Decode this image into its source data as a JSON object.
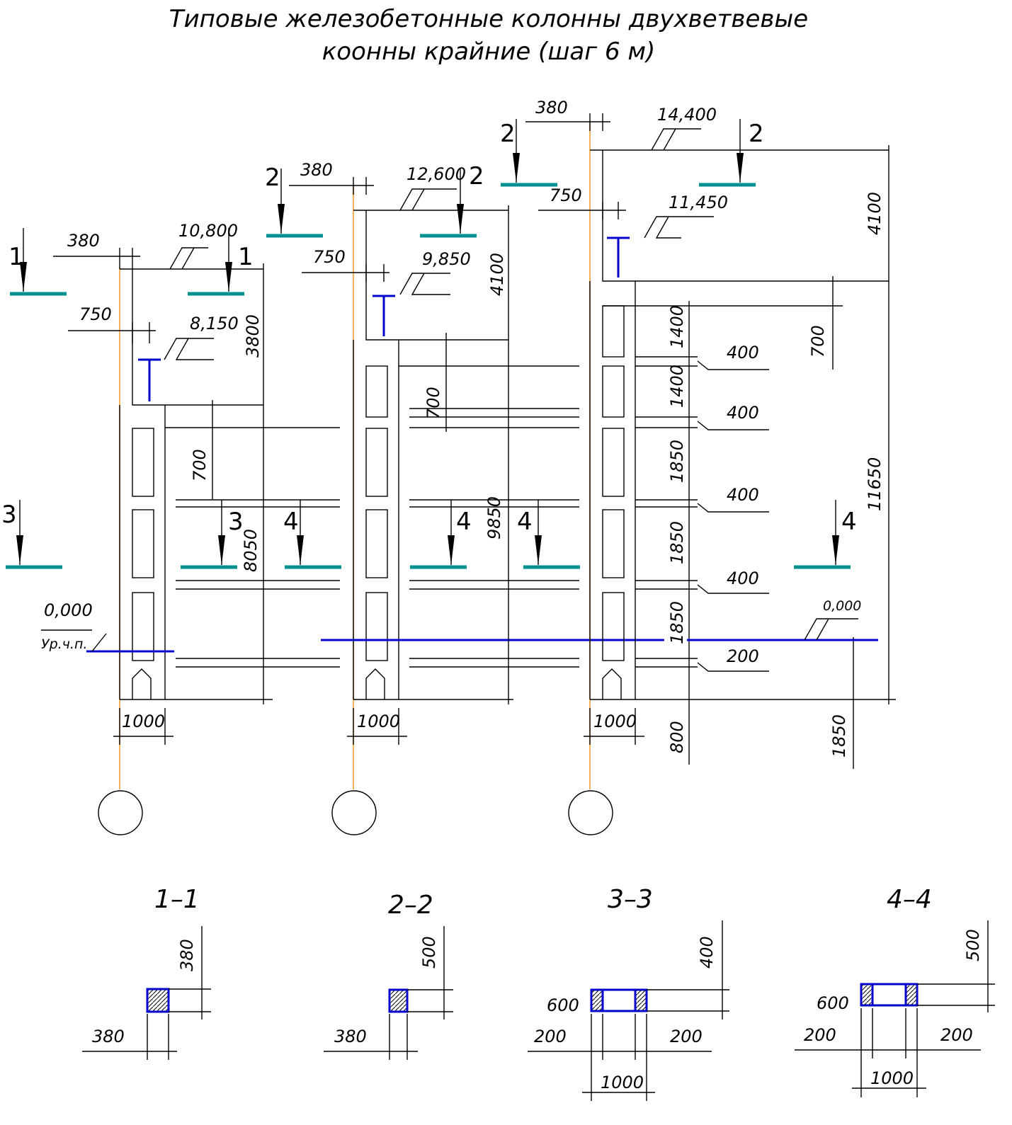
{
  "title": {
    "line1": "Типовые железобетонные колонны двухветвевые",
    "line2": "коонны крайние (шаг 6 м)"
  },
  "colors": {
    "section_marks": "#009090",
    "consoles_and_levels": "#0000cc",
    "axis_lines": "#f0a030",
    "lines": "#000000"
  },
  "col1": {
    "d380": "380",
    "d750": "750",
    "d1000": "1000",
    "el_top": "10,800",
    "el_console": "8,150",
    "el_zero": "0,000",
    "ground": "Ур.ч.п.",
    "d3800": "3800",
    "d700": "700",
    "d8050": "8050",
    "cut1": "1",
    "cut3": "3",
    "cut4": "4"
  },
  "col2": {
    "d380": "380",
    "d750": "750",
    "d1000": "1000",
    "el_top": "12,600",
    "el_console": "9,850",
    "d4100": "4100",
    "d700": "700",
    "d9850": "9850",
    "cut2": "2",
    "cut4": "4"
  },
  "col3": {
    "d380": "380",
    "d750": "750",
    "d1000": "1000",
    "el_top": "14,400",
    "el_console": "11,450",
    "el_zero": "0,000",
    "d4100": "4100",
    "d700": "700",
    "d11650": "11650",
    "d1400": "1400",
    "d1850": "1850",
    "d400": "400",
    "d200": "200",
    "d800": "800",
    "cut2": "2",
    "cut4": "4"
  },
  "sections": {
    "s11": {
      "title": "1–1",
      "w": "380",
      "h": "380"
    },
    "s22": {
      "title": "2–2",
      "w": "380",
      "h": "500"
    },
    "s33": {
      "title": "3–3",
      "h": "400",
      "inner": "600",
      "left": "200",
      "right": "200",
      "total": "1000"
    },
    "s44": {
      "title": "4–4",
      "h": "500",
      "inner": "600",
      "left": "200",
      "right": "200",
      "total": "1000"
    }
  }
}
